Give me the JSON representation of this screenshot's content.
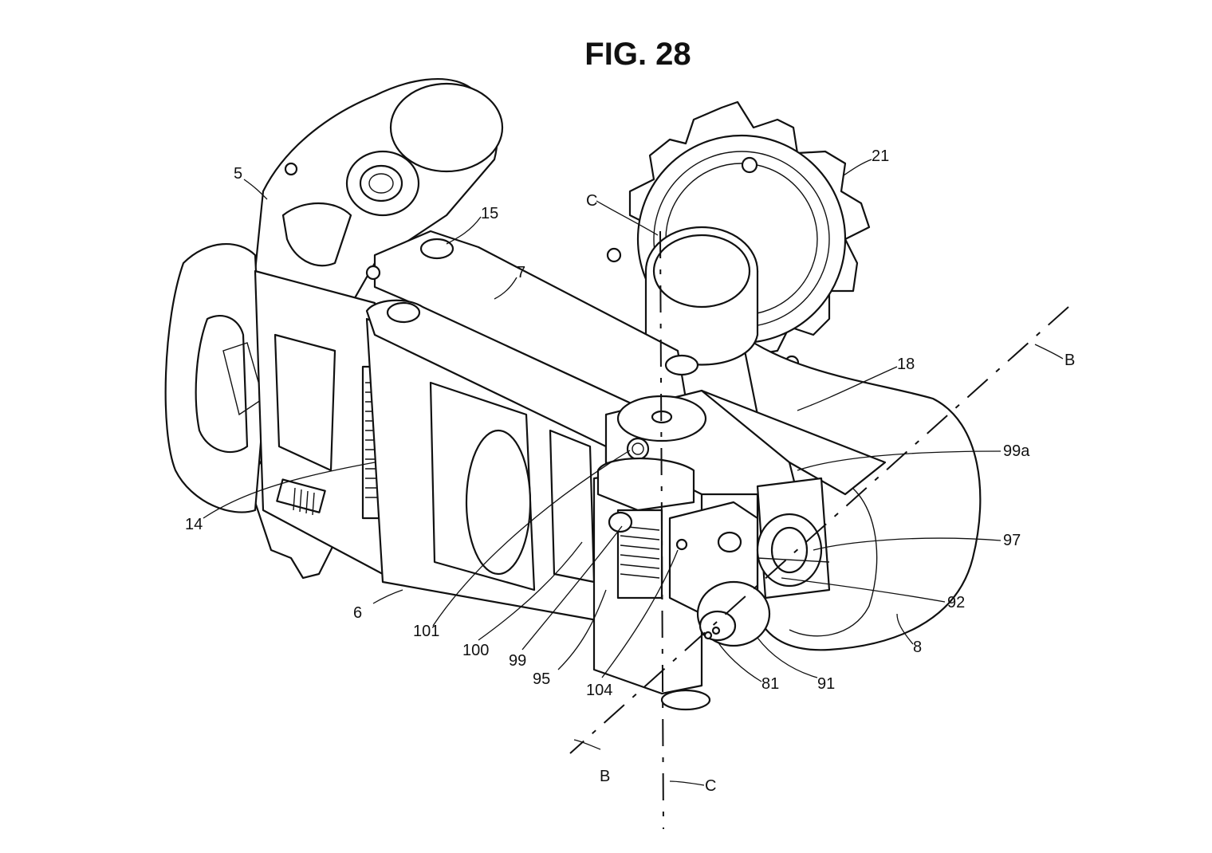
{
  "figure": {
    "title": "FIG. 28"
  },
  "labels": {
    "l5": "5",
    "l15": "15",
    "l7": "7",
    "l21": "21",
    "lC_top": "C",
    "lB_top": "B",
    "l18": "18",
    "l99a": "99a",
    "l97": "97",
    "l92": "92",
    "l8": "8",
    "l91": "91",
    "l81": "81",
    "l104": "104",
    "l95": "95",
    "l99": "99",
    "l100": "100",
    "l101": "101",
    "l6": "6",
    "l14": "14",
    "lB_bottom": "B",
    "lC_bottom": "C"
  }
}
